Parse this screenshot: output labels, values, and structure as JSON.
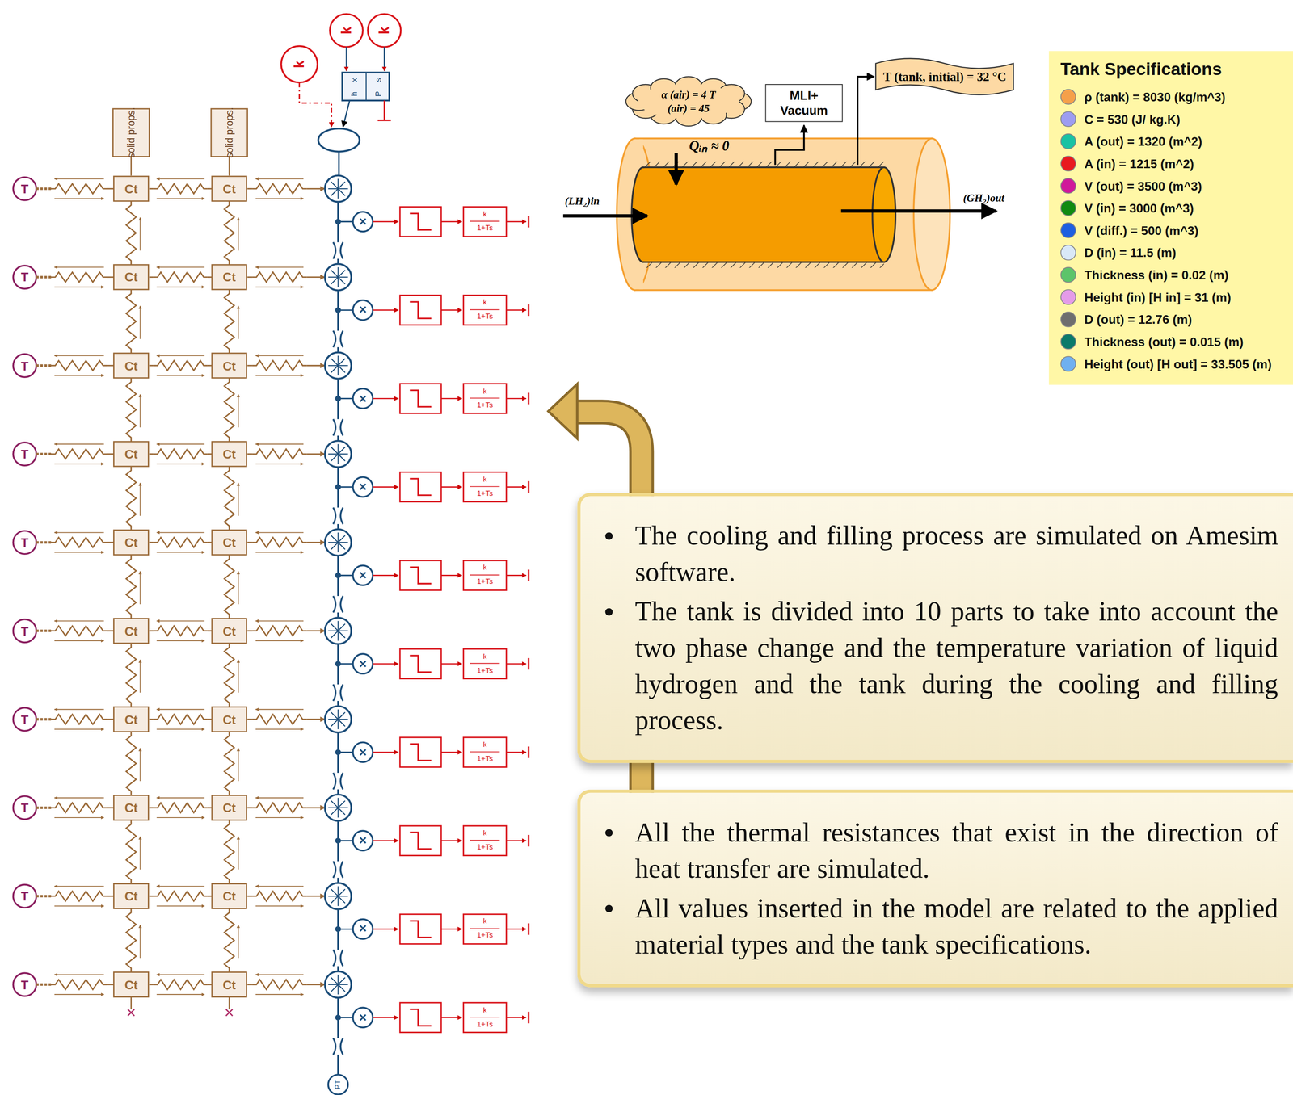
{
  "diagram": {
    "nodes": [
      {
        "text": [
          "α (air) = 4 T (air) = 45"
        ]
      },
      {
        "text": [
          "MLI+ Vacuum"
        ]
      },
      {
        "text": [
          "T (tank, initial) = 32 °C"
        ]
      },
      {
        "text": [
          "Tank Specifications"
        ]
      },
      {
        "text": [
          "The cooling and filling process are simulated on Amesim software.",
          "The tank is divided into 10 parts to take into account the two phase change and the temperature variation of liquid hydrogen and the tank during the cooling and filling process."
        ]
      },
      {
        "text": [
          "All the thermal resistances that exist in the direction of heat transfer are simulated.",
          "All values inserted in the model are related to the applied material types and the tank specifications."
        ]
      }
    ],
    "labels": [
      "T",
      "T",
      "T",
      "T",
      "T",
      "T",
      "T",
      "T",
      "T",
      "T",
      "Ct",
      "Ct",
      "Ct",
      "Ct",
      "Ct",
      "Ct",
      "Ct",
      "Ct",
      "Ct",
      "Ct",
      "Ct",
      "Ct",
      "Ct",
      "Ct",
      "Ct",
      "Ct",
      "Ct",
      "Ct",
      "Ct",
      "Ct",
      "×",
      "×",
      "×",
      "×",
      "×",
      "×",
      "×",
      "×",
      "×",
      "×",
      "k",
      "1+Ts",
      "k",
      "1+Ts",
      "k",
      "1+Ts",
      "k",
      "1+Ts",
      "k",
      "1+Ts",
      "k",
      "1+Ts",
      "k",
      "1+Ts",
      "k",
      "1+Ts",
      "k",
      "1+Ts",
      "k",
      "1+Ts",
      "solid props.",
      "solid props.",
      "k",
      "k",
      "k",
      "x",
      "h",
      "s",
      "P",
      "PT",
      "(LH₂)in",
      "(GH₂)out",
      "Qᵢₙ ≈ 0"
    ],
    "legend": [
      {
        "text": "ρ (tank) =  8030 (kg/m^3)",
        "color": "#f5a04a"
      },
      {
        "text": "C = 530 (J/ kg.K)",
        "color": "#9d9cf0"
      },
      {
        "text": "A (out) = 1320 (m^2)",
        "color": "#19c2a3"
      },
      {
        "text": "A (in) = 1215 (m^2)",
        "color": "#e8191f"
      },
      {
        "text": "V (out) = 3500 (m^3)",
        "color": "#d0189a"
      },
      {
        "text": "V (in) = 3000 (m^3)",
        "color": "#118a11"
      },
      {
        "text": "V (diff.) = 500 (m^3)",
        "color": "#1e5fe0"
      },
      {
        "text": "D (in) = 11.5 (m)",
        "color": "#d9e8f7"
      },
      {
        "text": "Thickness (in) = 0.02 (m)",
        "color": "#5cc46a"
      },
      {
        "text": "Height (in) [H in] = 31 (m)",
        "color": "#e49be8"
      },
      {
        "text": "D (out) = 12.76 (m)",
        "color": "#6e6e6e"
      },
      {
        "text": "Thickness (out) = 0.015 (m)",
        "color": "#0a7a6a"
      },
      {
        "text": "Height (out) [H out] = 33.505 (m)",
        "color": "#6fb0f0"
      }
    ]
  }
}
